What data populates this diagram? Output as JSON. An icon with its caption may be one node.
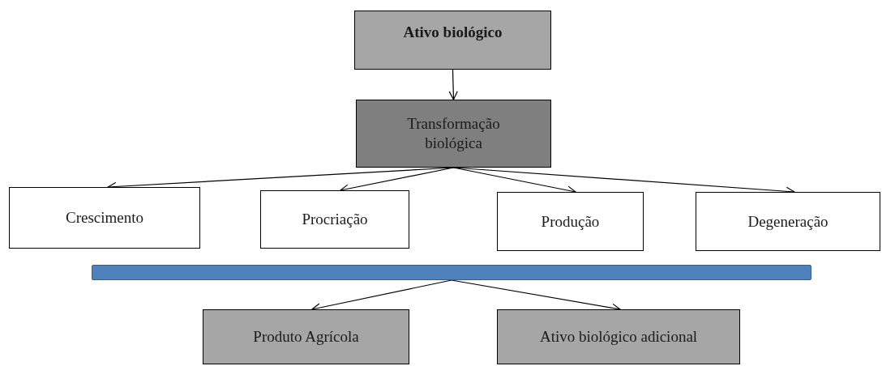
{
  "diagram": {
    "nodes": [
      {
        "text": [
          "Ativo biológico"
        ]
      },
      {
        "text": [
          "Transformação biológica"
        ]
      },
      {
        "text": [
          "Crescimento"
        ]
      },
      {
        "text": [
          "Procriação"
        ]
      },
      {
        "text": [
          "Produção"
        ]
      },
      {
        "text": [
          "Degeneração"
        ]
      },
      {
        "text": [],
        "shape": "bar"
      },
      {
        "text": [
          "Produto Agrícola"
        ]
      },
      {
        "text": [
          "Ativo biológico adicional"
        ]
      }
    ],
    "edges": [
      {
        "from": 0,
        "to": 1,
        "arrow": "to"
      },
      {
        "from": 1,
        "to": 2,
        "arrow": "to"
      },
      {
        "from": 1,
        "to": 3,
        "arrow": "to"
      },
      {
        "from": 1,
        "to": 4,
        "arrow": "to"
      },
      {
        "from": 1,
        "to": 5,
        "arrow": "to"
      },
      {
        "from": 6,
        "to": 7,
        "arrow": "to"
      },
      {
        "from": 6,
        "to": 8,
        "arrow": "to"
      }
    ]
  }
}
